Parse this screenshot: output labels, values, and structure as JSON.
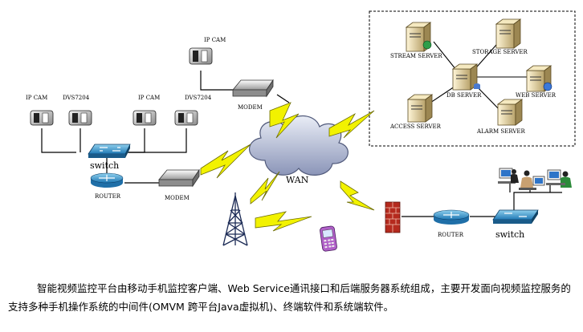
{
  "labels": {
    "ip_cam_top": "IP CAM",
    "ip_cam_left": "IP CAM",
    "dvs_left": "DVS7204",
    "ip_cam_mid": "IP CAM",
    "dvs_mid": "DVS7204",
    "switch_left": "switch",
    "router_left": "ROUTER",
    "modem_bottom": "MODEM",
    "modem_top": "MODEM",
    "wan": "WAN",
    "stream_server": "STREAM SERVER",
    "storage_server": "STORAGE SERVER",
    "db_server": "DB SERVER",
    "web_server": "WEB SERVER",
    "access_server": "ACCESS SERVER",
    "alarm_server": "ALARM SERVER",
    "router_right": "ROUTER",
    "switch_right": "switch"
  },
  "caption": "智能视频监控平台由移动手机监控客户端、Web Service通讯接口和后端服务器系统组成，主要开发面向视频监控服务的支持多种手机操作系统的中间件(OMVM 跨平台Java虚拟机)、终端软件和系统端软件。"
}
